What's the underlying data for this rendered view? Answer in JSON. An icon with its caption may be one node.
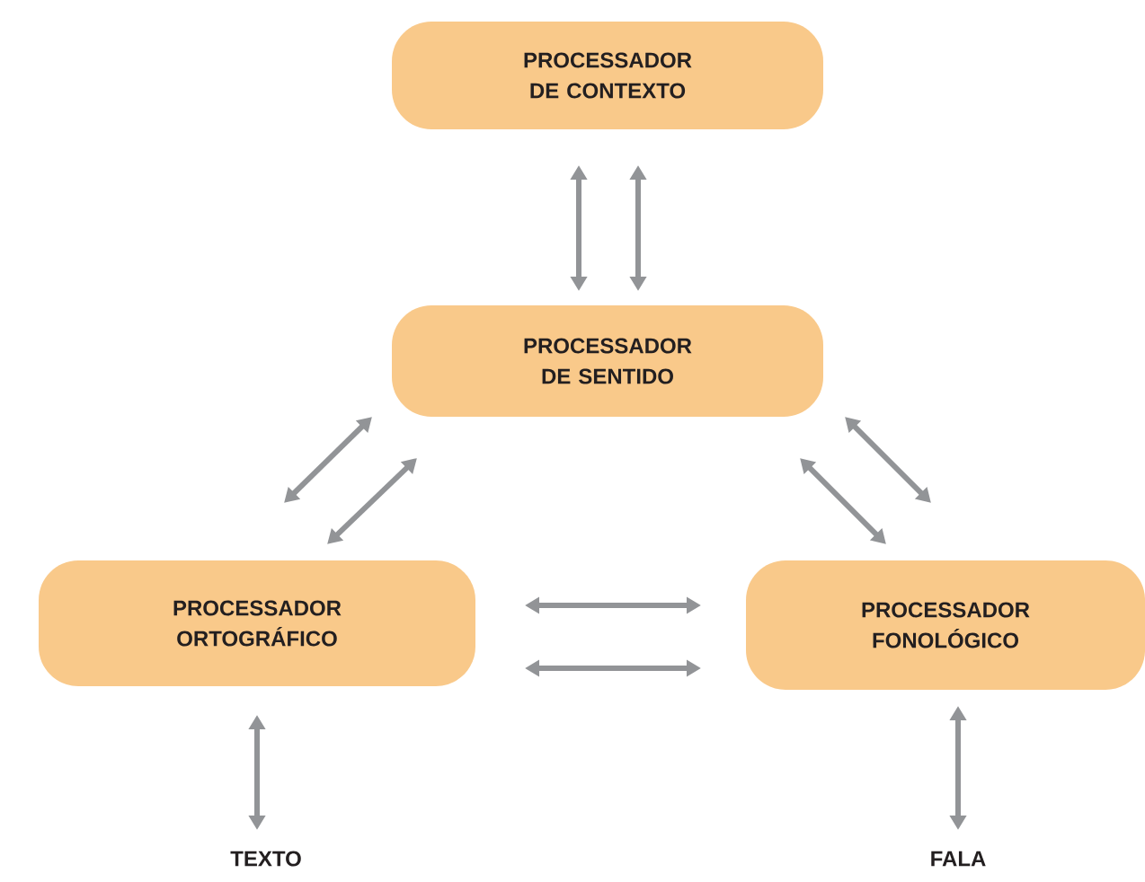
{
  "diagram": {
    "nodes": [
      {
        "text": [
          "PROCESSADOR DE CONTEXTO"
        ]
      },
      {
        "text": [
          "PROCESSADOR DE SENTIDO"
        ]
      },
      {
        "text": [
          "PROCESSADOR ORTOGRÁFICO"
        ]
      },
      {
        "text": [
          "PROCESSADOR FONOLÓGICO"
        ]
      },
      {
        "text": [
          "TEXTO"
        ]
      },
      {
        "text": [
          "FALA"
        ]
      }
    ],
    "edges": [
      {
        "from": 0,
        "to": 1,
        "arrow": "both"
      },
      {
        "from": 0,
        "to": 1,
        "arrow": "both"
      },
      {
        "from": 1,
        "to": 2,
        "arrow": "both"
      },
      {
        "from": 1,
        "to": 2,
        "arrow": "both"
      },
      {
        "from": 1,
        "to": 3,
        "arrow": "both"
      },
      {
        "from": 1,
        "to": 3,
        "arrow": "both"
      },
      {
        "from": 2,
        "to": 3,
        "arrow": "both"
      },
      {
        "from": 2,
        "to": 3,
        "arrow": "both"
      },
      {
        "from": 2,
        "to": 4,
        "arrow": "both"
      },
      {
        "from": 3,
        "to": 5,
        "arrow": "both"
      }
    ]
  }
}
